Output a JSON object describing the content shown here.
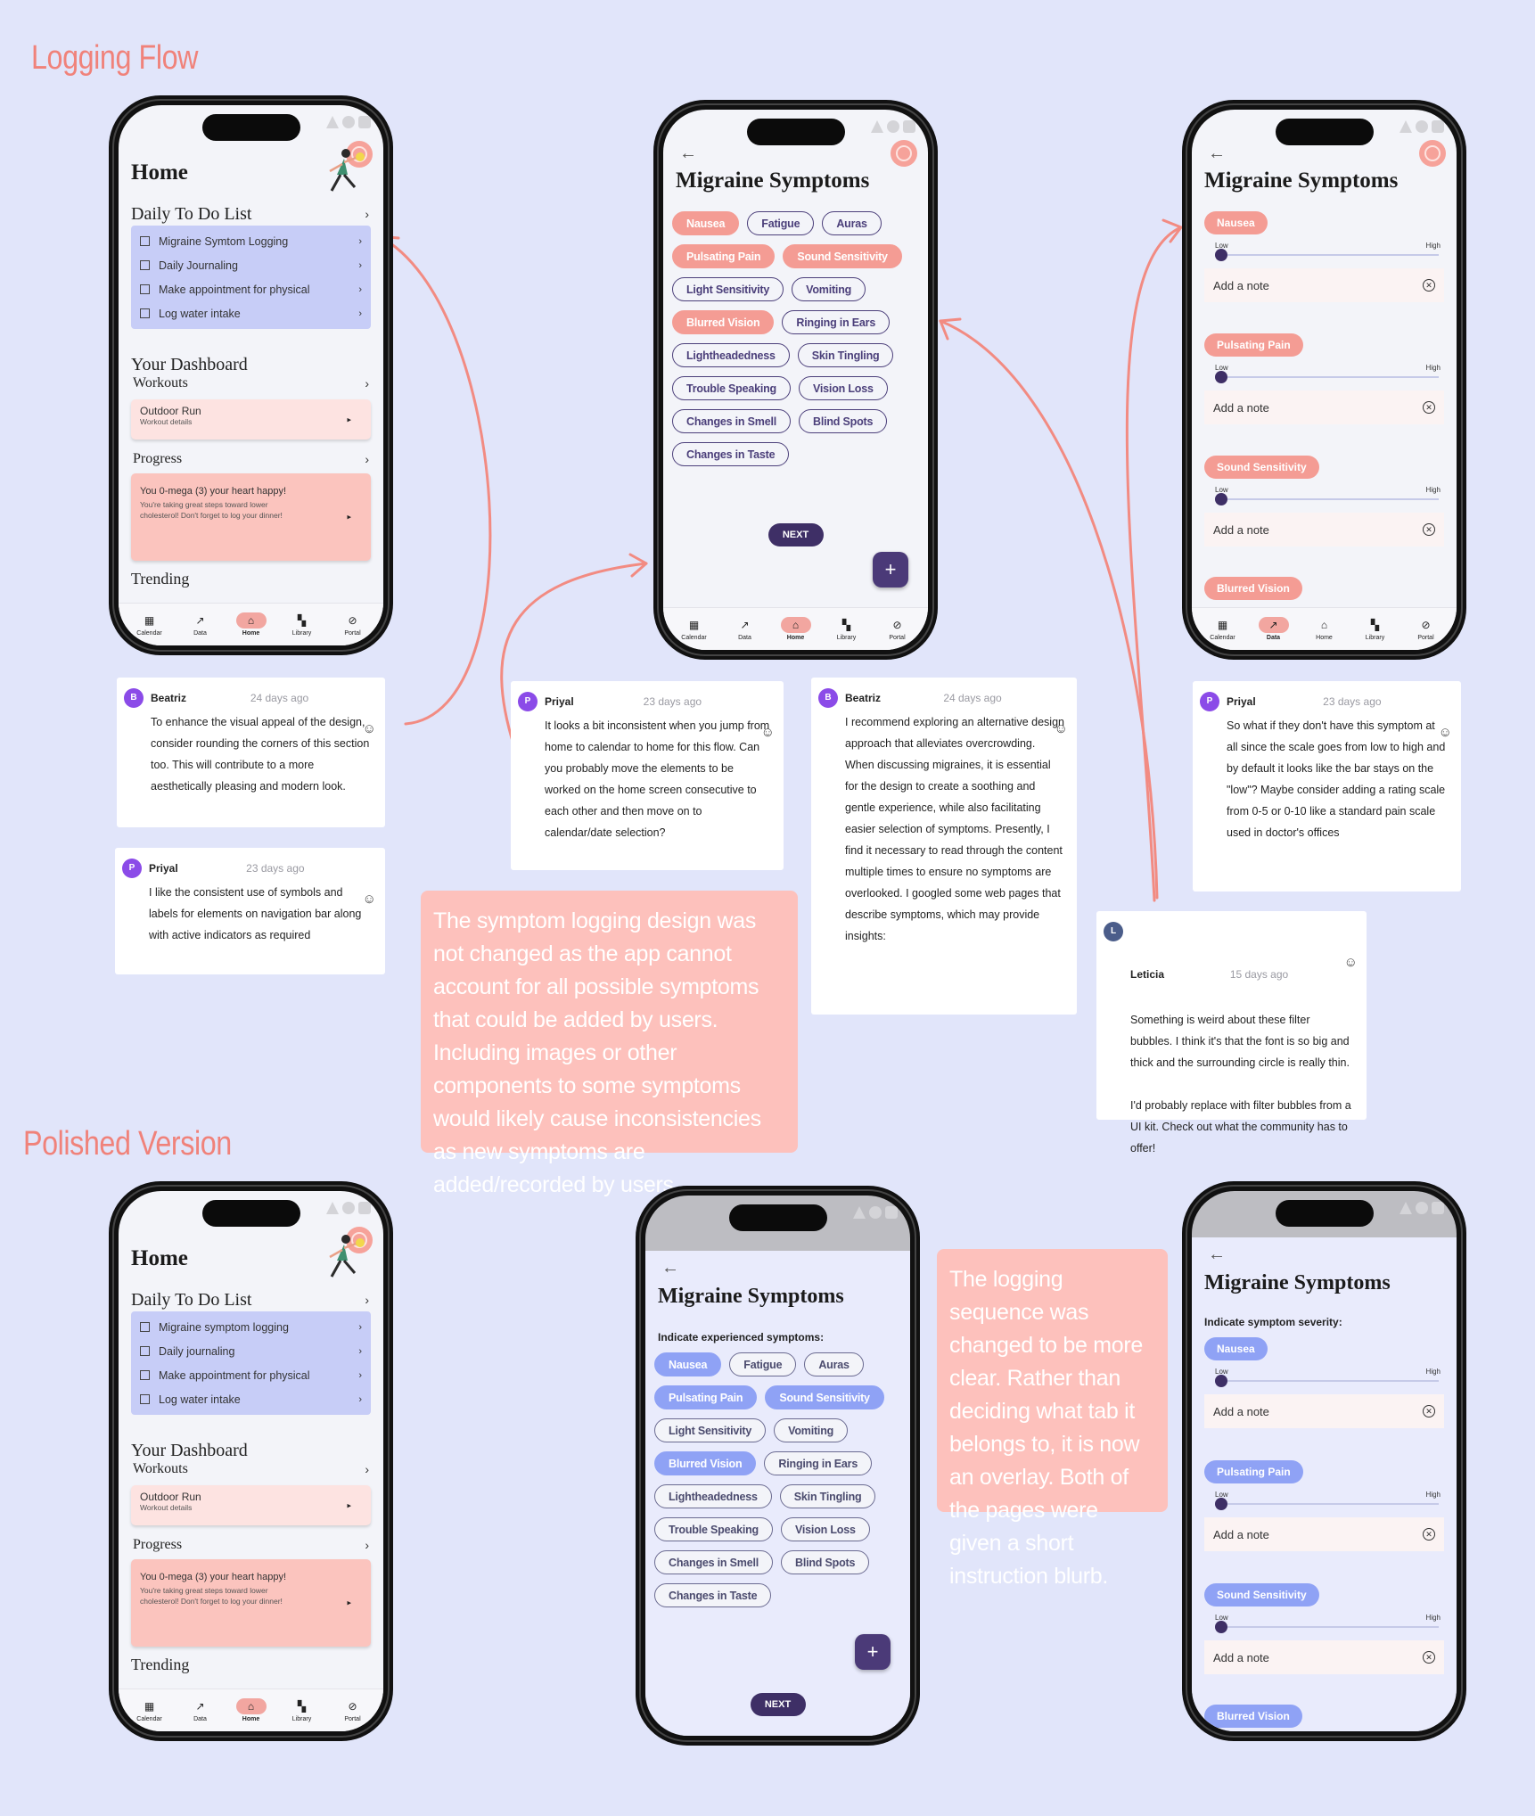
{
  "sections": {
    "logging_flow": "Logging Flow",
    "polished": "Polished Version"
  },
  "nav": {
    "items": [
      "Calendar",
      "Data",
      "Home",
      "Library",
      "Portal"
    ]
  },
  "home": {
    "title": "Home",
    "todo_heading": "Daily To Do List",
    "todos_v1": [
      "Migraine Symtom Logging",
      "Daily Journaling",
      "Make appointment for physical",
      "Log water intake"
    ],
    "todos_v2": [
      "Migraine symptom logging",
      "Daily journaling",
      "Make appointment for physical",
      "Log water intake"
    ],
    "dashboard_heading": "Your Dashboard",
    "workouts": "Workouts",
    "workout_card": {
      "title": "Outdoor Run",
      "sub": "Workout details"
    },
    "progress": "Progress",
    "progress_card": {
      "title": "You 0-mega (3) your heart happy!",
      "sub": "You're taking great steps toward lower cholesterol! Don't forget to log your dinner!"
    },
    "trending": "Trending"
  },
  "symptoms": {
    "title": "Migraine Symptoms",
    "instruction_v2": "Indicate experienced symptoms:",
    "chips": [
      "Nausea",
      "Fatigue",
      "Auras",
      "Pulsating Pain",
      "Sound Sensitivity",
      "Light Sensitivity",
      "Vomiting",
      "Blurred Vision",
      "Ringing in Ears",
      "Lightheadedness",
      "Skin Tingling",
      "Trouble Speaking",
      "Vision Loss",
      "Changes in Smell",
      "Blind Spots",
      "Changes in Taste"
    ],
    "selected": [
      "Nausea",
      "Pulsating Pain",
      "Sound Sensitivity",
      "Blurred Vision"
    ],
    "next": "NEXT",
    "fab": "+"
  },
  "severity": {
    "title": "Migraine Symptoms",
    "instruction_v2": "Indicate symptom severity:",
    "low": "Low",
    "high": "High",
    "note_placeholder": "Add a note",
    "items": [
      "Nausea",
      "Pulsating Pain",
      "Sound Sensitivity",
      "Blurred Vision"
    ]
  },
  "comments": [
    {
      "initial": "B",
      "name": "Beatriz",
      "time": "24 days ago",
      "color": "#8B4BE8",
      "text": "To enhance the visual appeal of the design, consider rounding the corners of this section too. This will contribute to a more aesthetically pleasing and modern look."
    },
    {
      "initial": "P",
      "name": "Priyal",
      "time": "23 days ago",
      "color": "#8B4BE8",
      "text": "I like the consistent use of symbols and labels for elements on navigation bar along with active indicators as required"
    },
    {
      "initial": "P",
      "name": "Priyal",
      "time": "23 days ago",
      "color": "#8B4BE8",
      "text": "It looks a bit inconsistent when you jump from home to calendar to home for this flow. Can you probably move the elements to be worked on the home screen consecutive to each other and then move on to calendar/date selection?"
    },
    {
      "initial": "B",
      "name": "Beatriz",
      "time": "24 days ago",
      "color": "#8B4BE8",
      "text": "I recommend exploring an alternative design approach that alleviates overcrowding. When discussing migraines, it is essential for the design to create a soothing and gentle experience, while also facilitating easier selection of symptoms. Presently, I find it necessary to read through the content multiple times to ensure no symptoms are overlooked.  I googled some web pages that describe symptoms, which may provide insights:"
    },
    {
      "initial": "P",
      "name": "Priyal",
      "time": "23 days ago",
      "color": "#8B4BE8",
      "text": "So what if they don't have this symptom at all since the scale goes from low to high and by default it looks like the bar stays on the \"low\"? Maybe consider adding a rating scale from 0-5 or 0-10 like a standard pain scale used in doctor's offices"
    },
    {
      "initial": "L",
      "name": "Leticia",
      "time": "15 days ago",
      "color": "#4B5D8A",
      "text": "Something is weird about these filter bubbles. I think it's that the font is so big and thick and the surrounding circle is really thin.\n\nI'd probably replace with filter bubbles from a UI kit. Check out what the community has to offer!"
    }
  ],
  "notes": [
    "The symptom logging design was not changed as the app cannot account for all possible symptoms that could be added by users. Including images or other components to some symptoms would likely cause inconsistencies as new symptoms are added/recorded by users.",
    "The logging sequence was changed to be more clear. Rather than deciding what tab it belongs to, it is now an overlay. Both of the pages were given a short instruction blurb."
  ]
}
